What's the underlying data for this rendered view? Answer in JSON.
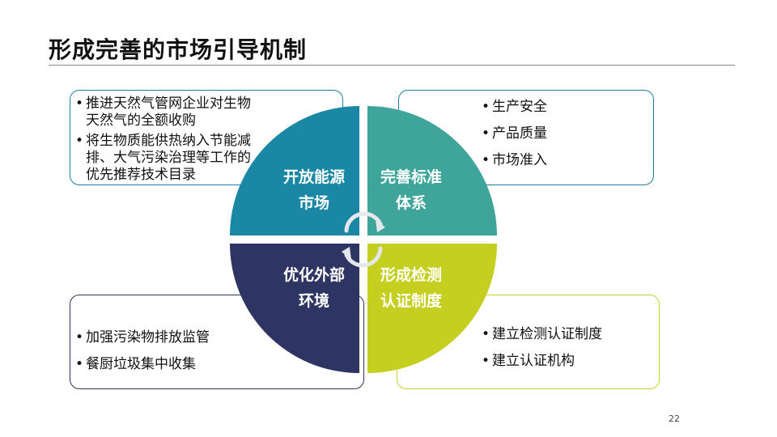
{
  "title": "形成完善的市场引导机制",
  "quadrants": {
    "top_left": {
      "label_line1": "开放能源",
      "label_line2": "市场",
      "color": "#1a88a4",
      "items": [
        "推进天然气管网企业对生物天然气的全额收购",
        "将生物质能供热纳入节能减排、大气污染治理等工作的优先推荐技术目录"
      ]
    },
    "top_right": {
      "label_line1": "完善标准",
      "label_line2": "体系",
      "color": "#3fa59a",
      "items": [
        "生产安全",
        "产品质量",
        "市场准入"
      ]
    },
    "bottom_left": {
      "label_line1": "优化外部",
      "label_line2": "环境",
      "color": "#2f3562",
      "items": [
        "加强污染物排放监管",
        "餐厨垃圾集中收集"
      ]
    },
    "bottom_right": {
      "label_line1": "形成检测",
      "label_line2": "认证制度",
      "color": "#c5cf1f",
      "items": [
        "建立检测认证制度",
        "建立认证机构"
      ]
    }
  },
  "page_number": "22"
}
